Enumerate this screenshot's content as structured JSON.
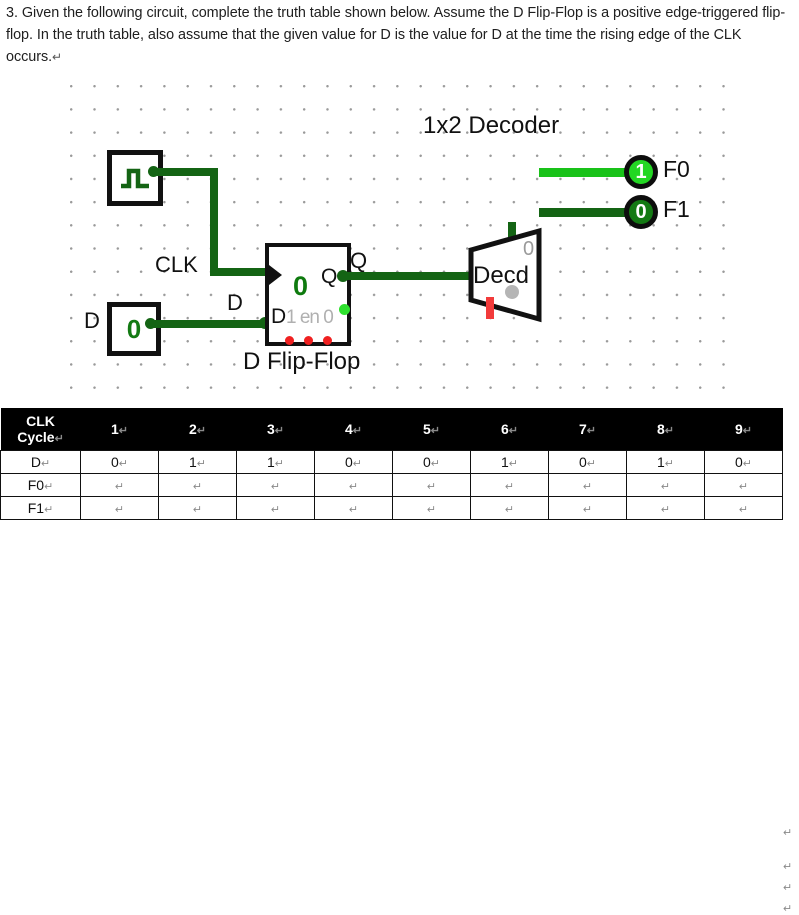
{
  "question": {
    "text": "3. Given the following circuit, complete the truth table shown below.  Assume the D Flip-Flop is a positive edge-triggered flip-flop. In the truth table, also assume that the given value for D is the value for D at the time the rising edge of the CLK occurs.",
    "pilcrow": "↵"
  },
  "circuit": {
    "clock_source": {
      "label": "",
      "symbol": "square-wave"
    },
    "clk_wire_label": "CLK",
    "d_input": {
      "outside_label": "D",
      "value": "0"
    },
    "d_wire_label": "D",
    "flipflop": {
      "caption": "D Flip-Flop",
      "input_label": "D",
      "output_label": "Q",
      "internal_value": "0",
      "internal_text": "1 en 0",
      "q_wire_label": "Q"
    },
    "decoder": {
      "title": "1x2 Decoder",
      "body_label": "Decd",
      "out0_label": "0"
    },
    "outputs": [
      {
        "name": "F0",
        "value": "1",
        "state": "on"
      },
      {
        "name": "F1",
        "value": "0",
        "state": "off"
      }
    ],
    "canvas_pilcrow": "↵"
  },
  "truth_table": {
    "corner_line1": "CLK",
    "corner_line2": "Cycle",
    "pilcrow": "↵",
    "cycles": [
      "1",
      "2",
      "3",
      "4",
      "5",
      "6",
      "7",
      "8",
      "9"
    ],
    "rows": [
      {
        "label": "D",
        "values": [
          "0",
          "1",
          "1",
          "0",
          "0",
          "1",
          "0",
          "1",
          "0"
        ]
      },
      {
        "label": "F0",
        "values": [
          "",
          "",
          "",
          "",
          "",
          "",
          "",
          "",
          ""
        ]
      },
      {
        "label": "F1",
        "values": [
          "",
          "",
          "",
          "",
          "",
          "",
          "",
          "",
          ""
        ]
      }
    ]
  },
  "colors": {
    "wire_dark": "#146414",
    "wire_light": "#19c219",
    "pin_on": "#23d723",
    "pin_off": "#137a13",
    "red_stub": "#f23b3b",
    "gray_dot": "#b5b5b5",
    "header_bg": "#000000"
  }
}
